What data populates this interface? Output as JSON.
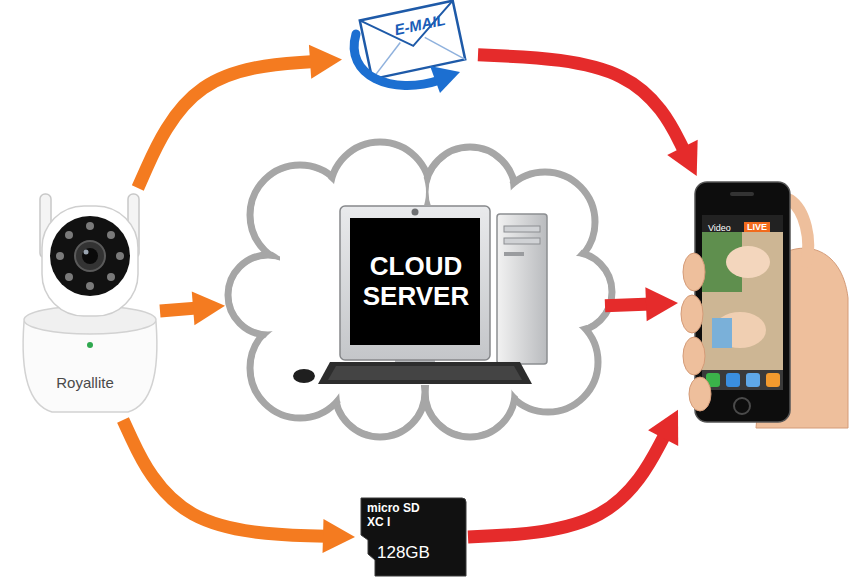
{
  "diagram": {
    "nodes": [
      {
        "text": [
          "Royallite"
        ]
      },
      {
        "text": [
          "E-MAIL"
        ]
      },
      {
        "text": [
          "CLOUD SERVER"
        ]
      },
      {
        "text": [
          "micro SD XC I",
          "128GB"
        ]
      },
      {
        "text": [
          "Video",
          "LIVE"
        ]
      }
    ],
    "edges": [
      {
        "from": 0,
        "to": 1,
        "arrow": "to"
      },
      {
        "from": 1,
        "to": 4,
        "arrow": "to"
      },
      {
        "from": 0,
        "to": 2,
        "arrow": "to"
      },
      {
        "from": 2,
        "to": 4,
        "arrow": "to"
      },
      {
        "from": 0,
        "to": 3,
        "arrow": "to"
      },
      {
        "from": 3,
        "to": 4,
        "arrow": "to"
      }
    ]
  }
}
